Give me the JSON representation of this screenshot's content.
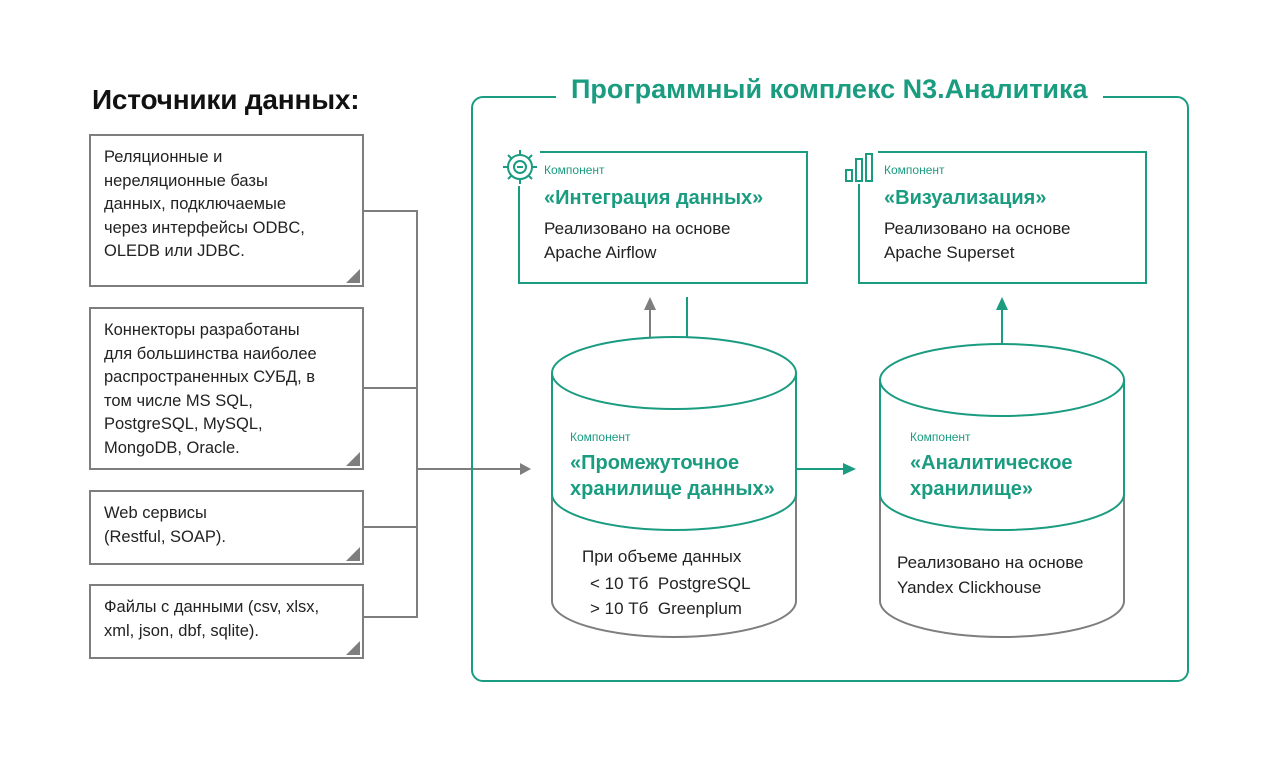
{
  "sources": {
    "title": "Источники данных:",
    "items": [
      {
        "lines": [
          "Реляционные и",
          "нереляционные базы",
          "данных, подключаемые",
          "через интерфейсы ODBC,",
          "OLEDB или JDBC."
        ]
      },
      {
        "lines": [
          "Коннекторы разработаны",
          "для большинства наиболее",
          "распространенных СУБД, в",
          "том числе MS SQL,",
          "PostgreSQL, MySQL,",
          "MongoDB, Oracle."
        ]
      },
      {
        "lines": [
          "Web сервисы",
          "(Restful, SOAP)."
        ]
      },
      {
        "lines": [
          "Файлы с данными (csv, xlsx,",
          "xml, json, dbf, sqlite)."
        ]
      }
    ]
  },
  "complex": {
    "title": "Программный комплекс N3.Аналитика",
    "integration": {
      "label": "Компонент",
      "title": "«Интеграция данных»",
      "text1": "Реализовано на основе",
      "text2": "Apache Airflow",
      "icon": "gear-icon"
    },
    "visualization": {
      "label": "Компонент",
      "title": "«Визуализация»",
      "text1": "Реализовано на основе",
      "text2": "Apache Superset",
      "icon": "bar-chart-icon"
    },
    "staging": {
      "label": "Компонент",
      "title1": "«Промежуточное",
      "title2": "хранилище данных»",
      "text1": "При объеме данных",
      "text2": "< 10 Тб  PostgreSQL",
      "text3": "> 10 Тб  Greenplum"
    },
    "analytics": {
      "label": "Компонент",
      "title1": "«Аналитическое",
      "title2": "хранилище»",
      "text1": "Реализовано на основе",
      "text2": "Yandex Clickhouse"
    }
  },
  "colors": {
    "accent": "#1a9c80",
    "connector": "#7e7e7e"
  }
}
